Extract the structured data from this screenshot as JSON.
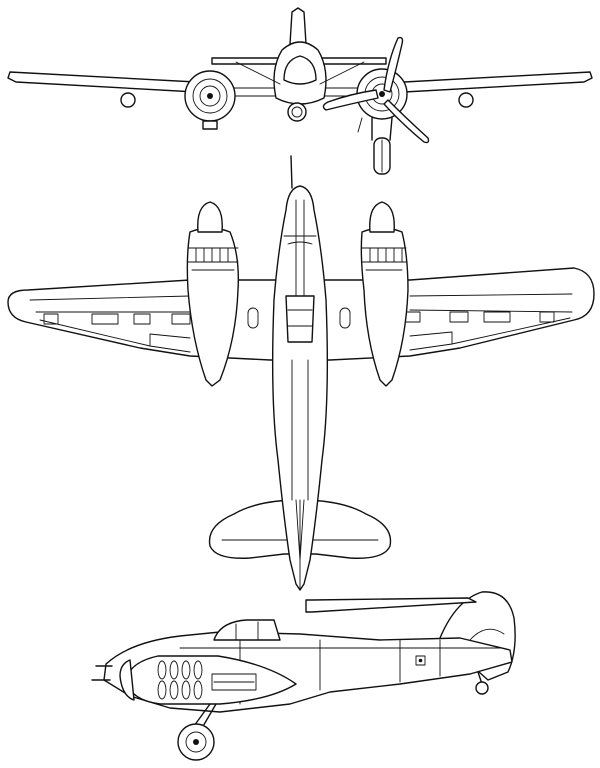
{
  "drawing": {
    "views": [
      {
        "id": "front",
        "type": "front-elevation"
      },
      {
        "id": "plan",
        "type": "top-plan"
      },
      {
        "id": "side",
        "type": "side-elevation"
      }
    ],
    "colors": {
      "line": "#111111",
      "background": "#ffffff"
    }
  }
}
